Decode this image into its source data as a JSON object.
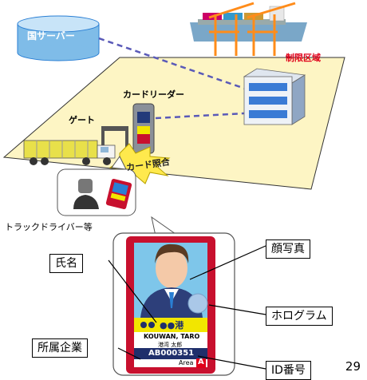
{
  "labels": {
    "server": "国サーバー",
    "restricted_area": "制限区域",
    "card_reader": "カードリーダー",
    "gate": "ゲート",
    "card_check": "カード照合",
    "driver": "トラックドライバー等",
    "name": "氏名",
    "photo": "顔写真",
    "hologram": "ホログラム",
    "company": "所属企業",
    "id_number": "ID番号"
  },
  "card": {
    "port": "●●港",
    "name_en": "KOUWAN, TARO",
    "name_jp": "港湾 太郎",
    "id": "AB000351",
    "area": "Area",
    "area_code": "A"
  },
  "page_number": "29",
  "colors": {
    "server": "#2a7fd4",
    "ground": "#fdf5c4",
    "route_line": "#5a5ab8",
    "crane": "#ff8c1a",
    "alert_red": "#e0001a",
    "card_border": "#c8102e",
    "card_band": "#f2e600",
    "card_id_bg": "#1f2f6b",
    "truck": "#e8e04a"
  }
}
